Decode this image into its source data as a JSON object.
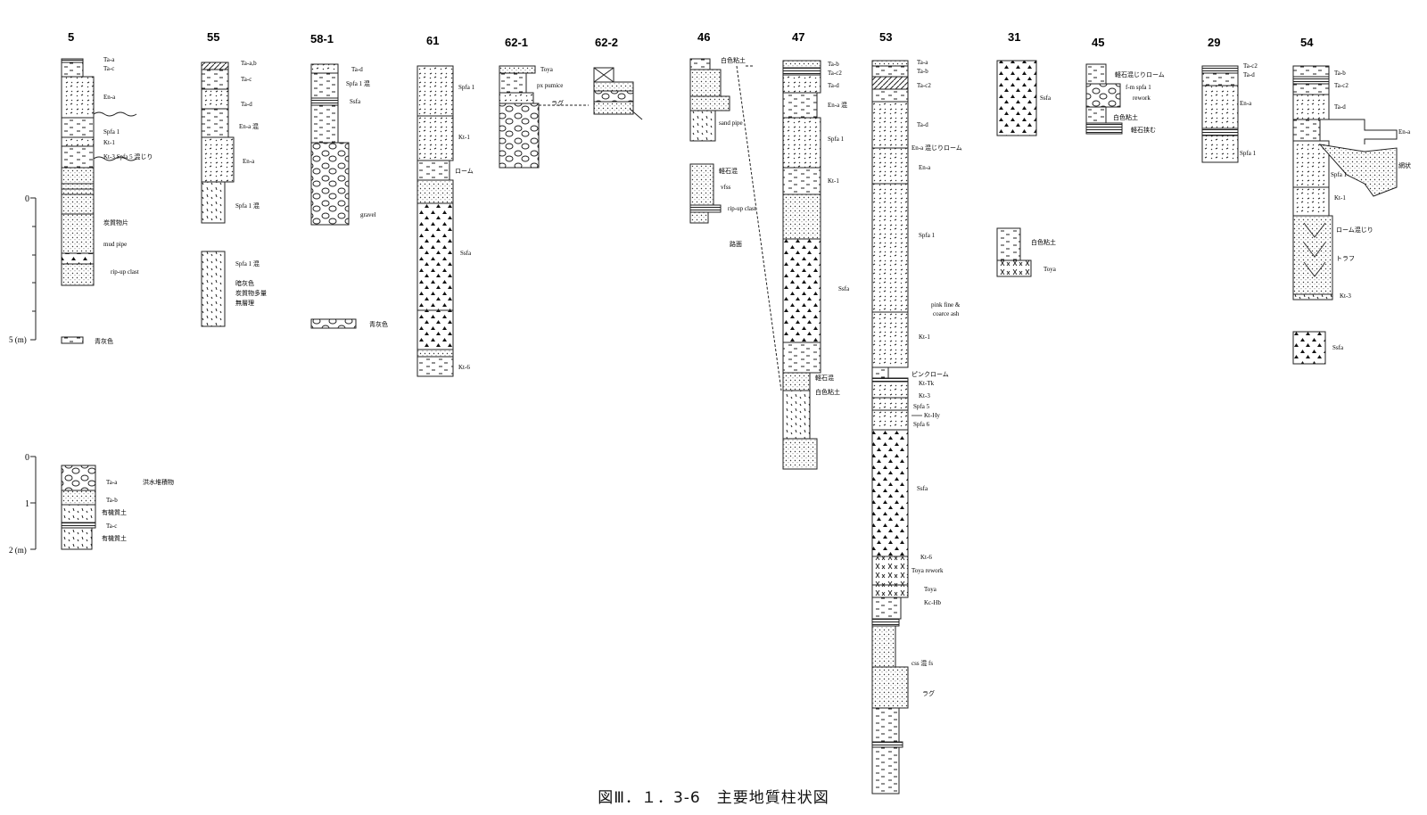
{
  "caption": "図Ⅲ．１．3-6　主要地質柱状図",
  "scales": [
    {
      "ticks": [
        "0",
        "5 (m)"
      ]
    },
    {
      "ticks": [
        "0",
        "1",
        "2 (m)"
      ]
    }
  ],
  "columns": [
    {
      "id": "5",
      "labels": [
        "Ta-a",
        "Ta-c",
        "En-a",
        "Spfa 1",
        "Kt-1",
        "Kt-3 Spfa 5 混じり",
        "炭質物片",
        "mud pipe",
        "rip-up clast",
        "青灰色"
      ]
    },
    {
      "id": "5b",
      "labels": [
        "Ta-a",
        "洪水堆積物",
        "Ta-b",
        "有機質土",
        "Ta-c",
        "有機質土"
      ]
    },
    {
      "id": "55",
      "labels": [
        "Ta-a,b",
        "Ta-c",
        "Ta-d",
        "En-a 混",
        "En-a",
        "Spfa 1 混",
        "Spfa 1 混",
        "暗灰色",
        "炭質物多量",
        "無層理"
      ]
    },
    {
      "id": "58-1",
      "labels": [
        "Ta-d",
        "Spfa 1 混",
        "Ssfa",
        "gravel",
        "青灰色"
      ]
    },
    {
      "id": "61",
      "labels": [
        "Spfa 1",
        "Kt-1",
        "ローム",
        "Ssfa",
        "Kt-6"
      ]
    },
    {
      "id": "62-1",
      "labels": [
        "Toya",
        "px pumice",
        "ラグ"
      ]
    },
    {
      "id": "62-2",
      "labels": []
    },
    {
      "id": "46",
      "labels": [
        "白色粘土",
        "sand pipe",
        "軽石混",
        "vfss",
        "rip-up clast",
        "路面"
      ]
    },
    {
      "id": "47",
      "labels": [
        "Ta-b",
        "Ta-c2",
        "Ta-d",
        "En-a 混",
        "Spfa 1",
        "Kt-1",
        "Ssfa",
        "軽石混",
        "白色粘土"
      ]
    },
    {
      "id": "53",
      "labels": [
        "Ta-a",
        "Ta-b",
        "Ta-c2",
        "Ta-d",
        "En-a 混じりローム",
        "En-a",
        "Spfa 1",
        "pink fine &",
        "coarce ash",
        "Kt-1",
        "ピンクローム",
        "Kt-Tk",
        "Kt-3",
        "Spfa 5",
        "Kt-Hy",
        "Spfa 6",
        "Ssfa",
        "Kt-6",
        "Toya rework",
        "Toya",
        "Kc-Hb",
        "css 混 fs",
        "ラグ"
      ]
    },
    {
      "id": "31",
      "labels": [
        "Ssfa",
        "白色粘土",
        "Toya"
      ]
    },
    {
      "id": "45",
      "labels": [
        "軽石混じりローム",
        "f-m spfa 1",
        "rework",
        "白色粘土",
        "軽石挟む"
      ]
    },
    {
      "id": "29",
      "labels": [
        "Ta-c2",
        "Ta-d",
        "En-a",
        "Spfa 1"
      ]
    },
    {
      "id": "54",
      "labels": [
        "Ta-b",
        "Ta-c2",
        "Ta-d",
        "En-a",
        "網状",
        "Spfa 1",
        "Kt-1",
        "ローム混じり",
        "トラフ",
        "Kt-3",
        "Ssfa"
      ]
    }
  ]
}
